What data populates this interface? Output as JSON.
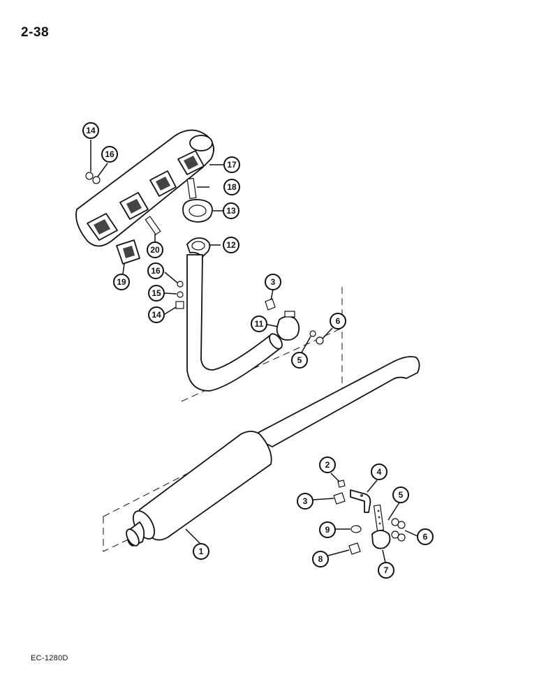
{
  "page": {
    "number": "2-38",
    "doc_code": "EC-1280D"
  },
  "callouts": {
    "c1": "1",
    "c2": "2",
    "c3a": "3",
    "c3b": "3",
    "c4": "4",
    "c5a": "5",
    "c5b": "5",
    "c6a": "6",
    "c6b": "6",
    "c7": "7",
    "c8": "8",
    "c9": "9",
    "c11": "11",
    "c12": "12",
    "c13": "13",
    "c14a": "14",
    "c14b": "14",
    "c15": "15",
    "c16a": "16",
    "c16b": "16",
    "c17": "17",
    "c18": "18",
    "c19": "19",
    "c20": "20"
  },
  "colors": {
    "ink": "#111111",
    "paper": "#ffffff"
  }
}
